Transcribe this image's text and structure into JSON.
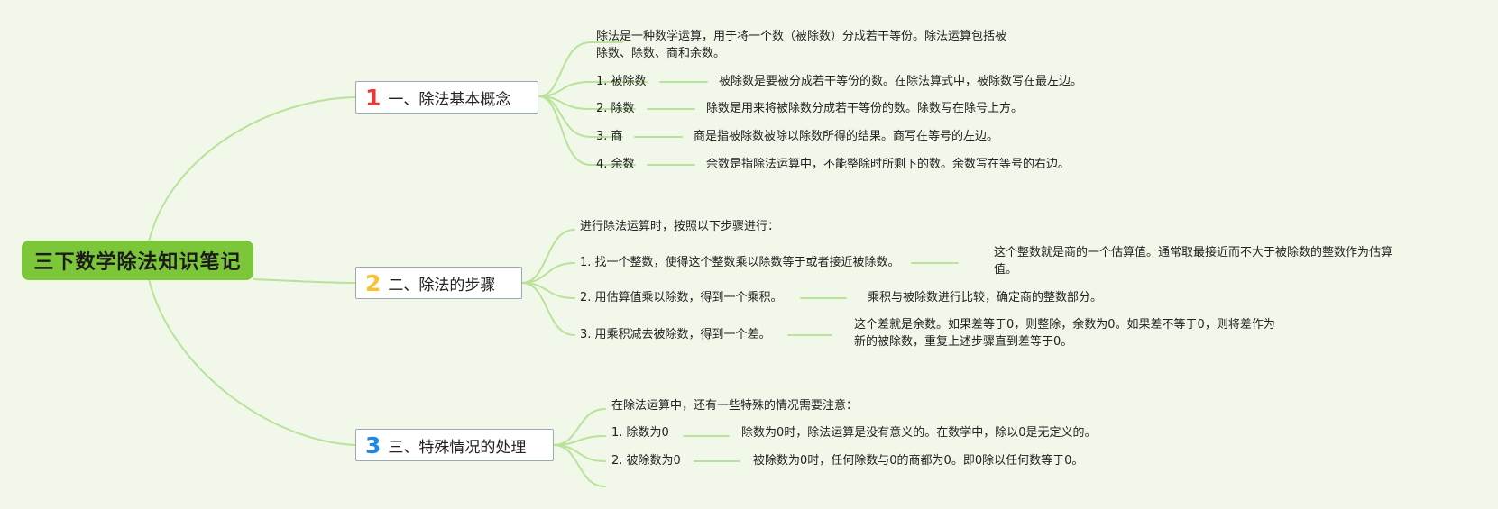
{
  "title": "三下数学除法知识笔记",
  "colors": {
    "background": "#f1f8e9",
    "root_fill": "#7cc63a",
    "link": "#b9e29a",
    "num1": "#e53935",
    "num2": "#fbc02d",
    "num3": "#1e88e5"
  },
  "branches": [
    {
      "num": "1",
      "label": "一、除法基本概念",
      "intro_lines": [
        "除法是一种数学运算，用于将一个数（被除数）分成若干等份。除法运算包括被",
        "除数、除数、商和余数。"
      ],
      "items": [
        {
          "label": "1. 被除数",
          "detail_lines": [
            "被除数是要被分成若干等份的数。在除法算式中，被除数写在最左边。"
          ]
        },
        {
          "label": "2. 除数",
          "detail_lines": [
            "除数是用来将被除数分成若干等份的数。除数写在除号上方。"
          ]
        },
        {
          "label": "3. 商",
          "detail_lines": [
            "商是指被除数被除以除数所得的结果。商写在等号的左边。"
          ]
        },
        {
          "label": "4. 余数",
          "detail_lines": [
            "余数是指除法运算中，不能整除时所剩下的数。余数写在等号的右边。"
          ]
        }
      ]
    },
    {
      "num": "2",
      "label": "二、除法的步骤",
      "intro_lines": [
        "进行除法运算时，按照以下步骤进行："
      ],
      "items": [
        {
          "label": "1. 找一个整数，使得这个整数乘以除数等于或者接近被除数。",
          "detail_lines": [
            "这个整数就是商的一个估算值。通常取最接近而不大于被除数的整数作为估算",
            "值。"
          ]
        },
        {
          "label": "2. 用估算值乘以除数，得到一个乘积。",
          "detail_lines": [
            "乘积与被除数进行比较，确定商的整数部分。"
          ]
        },
        {
          "label": "3. 用乘积减去被除数，得到一个差。",
          "detail_lines": [
            "这个差就是余数。如果差等于0，则整除，余数为0。如果差不等于0，则将差作为",
            "新的被除数，重复上述步骤直到差等于0。"
          ]
        }
      ]
    },
    {
      "num": "3",
      "label": "三、特殊情况的处理",
      "intro_lines": [
        "在除法运算中，还有一些特殊的情况需要注意："
      ],
      "items": [
        {
          "label": "1. 除数为0",
          "detail_lines": [
            "除数为0时，除法运算是没有意义的。在数学中，除以0是无定义的。"
          ]
        },
        {
          "label": "2. 被除数为0",
          "detail_lines": [
            "被除数为0时，任何除数与0的商都为0。即0除以任何数等于0。"
          ]
        }
      ]
    }
  ]
}
